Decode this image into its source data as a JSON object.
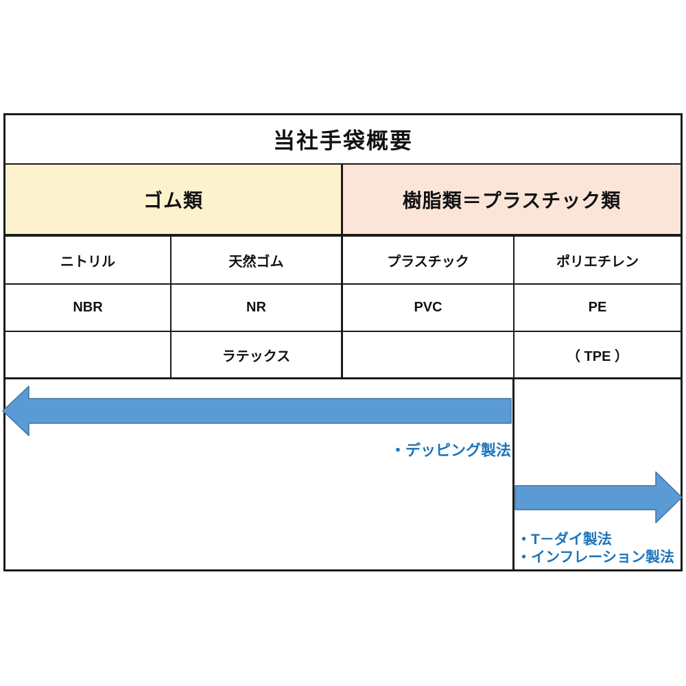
{
  "table": {
    "title": "当社手袋概要",
    "categories": {
      "rubber": {
        "label": "ゴム類",
        "bg": "#fcf2ce"
      },
      "plastic": {
        "label": "樹脂類＝プラスチック類",
        "bg": "#fae5d8"
      }
    },
    "columns": [
      {
        "material": "ニトリル",
        "code": "NBR",
        "extra": ""
      },
      {
        "material": "天然ゴム",
        "code": "NR",
        "extra": "ラテックス"
      },
      {
        "material": "プラスチック",
        "code": "PVC",
        "extra": ""
      },
      {
        "material": "ポリエチレン",
        "code": "PE",
        "extra": "（ TPE ）"
      }
    ],
    "methods": {
      "dipping": "・デッピング製法",
      "tdie": "・T－ダイ製法",
      "inflation": "・インフレーション製法"
    }
  },
  "colors": {
    "arrow_fill": "#5b9bd5",
    "arrow_stroke": "#41719c",
    "method_text": "#1b75bc",
    "rubber_header_bg": "#fcf2ce",
    "plastic_header_bg": "#fae5d8",
    "table_border": "#1a1a1a"
  }
}
